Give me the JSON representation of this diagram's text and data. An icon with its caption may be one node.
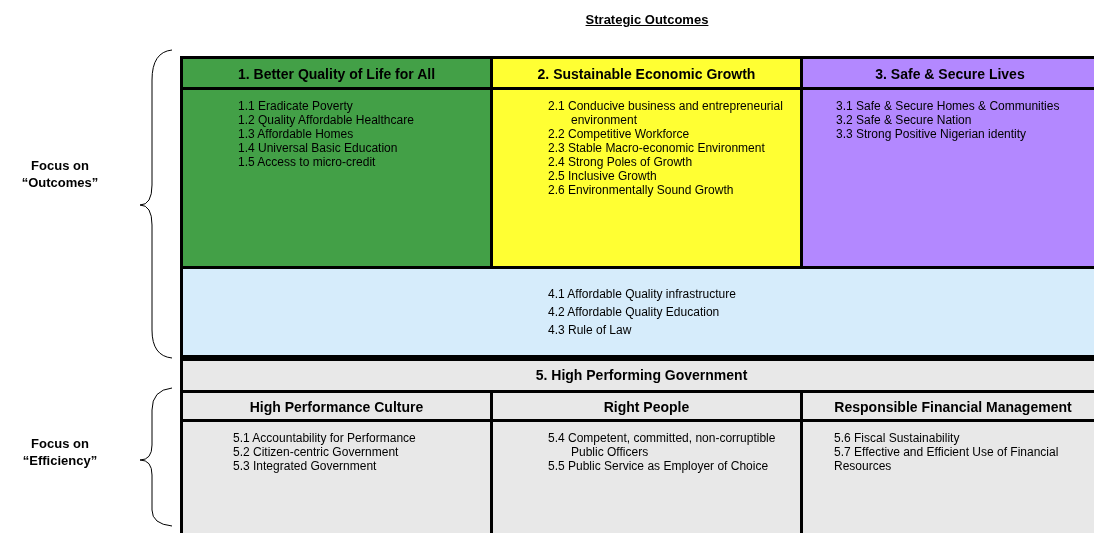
{
  "diagram": {
    "title": "Strategic Outcomes",
    "nodes": [
      {
        "text": [
          "1. Better Quality of Life for All",
          "1.1 Eradicate Poverty",
          "1.2 Quality Affordable Healthcare",
          "1.3 Affordable Homes",
          "1.4 Universal Basic Education",
          "1.5 Access to micro-credit"
        ]
      },
      {
        "text": [
          "2. Sustainable Economic Growth",
          "2.1 Conducive business and entrepreneurial environment",
          "2.2 Competitive Workforce",
          "2.3 Stable Macro-economic Environment",
          "2.4 Strong Poles of Growth",
          "2.5 Inclusive Growth",
          "2.6 Environmentally Sound Growth"
        ]
      },
      {
        "text": [
          "3. Safe & Secure Lives",
          "3.1 Safe & Secure Homes & Communities",
          "3.2 Safe & Secure Nation",
          "3.3 Strong Positive Nigerian identity"
        ]
      },
      {
        "text": [
          "4.1 Affordable Quality infrastructure",
          "4.2 Affordable Quality Education",
          "4.3 Rule of Law"
        ]
      },
      {
        "text": [
          "5. High Performing Government"
        ]
      },
      {
        "text": [
          "High Performance Culture",
          "5.1 Accountability for Performance",
          "5.2 Citizen-centric Government",
          "5.3 Integrated Government"
        ],
        "in": 4
      },
      {
        "text": [
          "Right People",
          "5.4 Competent, committed, non-corruptible Public Officers",
          "5.5 Public Service as Employer of Choice"
        ],
        "in": 4
      },
      {
        "text": [
          "Responsible Financial Management",
          "5.6 Fiscal Sustainability",
          "5.7 Effective and Efficient Use of Financial Resources"
        ],
        "in": 4
      }
    ],
    "edges": [],
    "labels": [
      "Focus on “Outcomes”",
      "Focus on “Efficiency”"
    ]
  }
}
